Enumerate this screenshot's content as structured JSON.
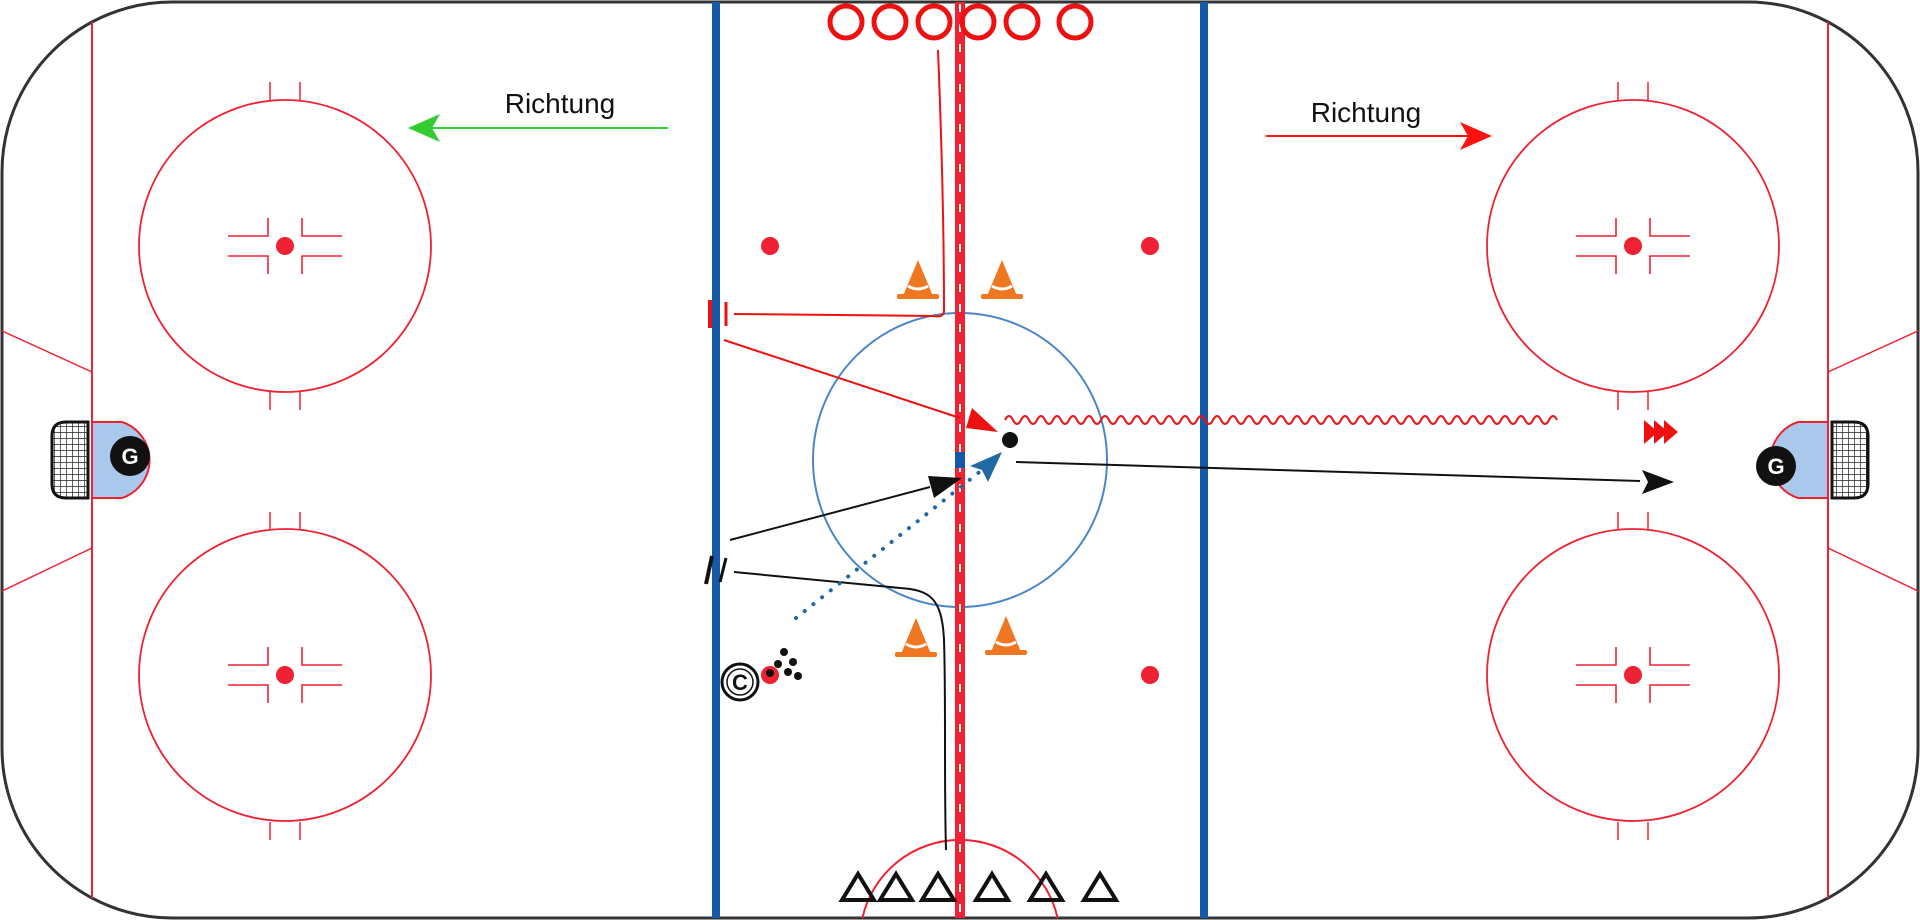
{
  "direction_left": {
    "label": "Richtung",
    "color": "#33cc33"
  },
  "direction_right": {
    "label": "Richtung",
    "color": "#ff1111"
  },
  "goalie_left": {
    "label": "G"
  },
  "goalie_right": {
    "label": "G"
  },
  "coach": {
    "label": "C"
  },
  "colors": {
    "line_red": "#ee2233",
    "line_blue": "#1559a8",
    "rink_border": "#333333",
    "circle_blue": "#4a86c8",
    "cone": "#f07722",
    "crease": "#a9c8ec",
    "pass_blue": "#1f6aa5"
  },
  "icons": [
    "goal-net-icon",
    "cone-icon",
    "puck-icon",
    "player-circle-icon",
    "player-triangle-icon"
  ]
}
